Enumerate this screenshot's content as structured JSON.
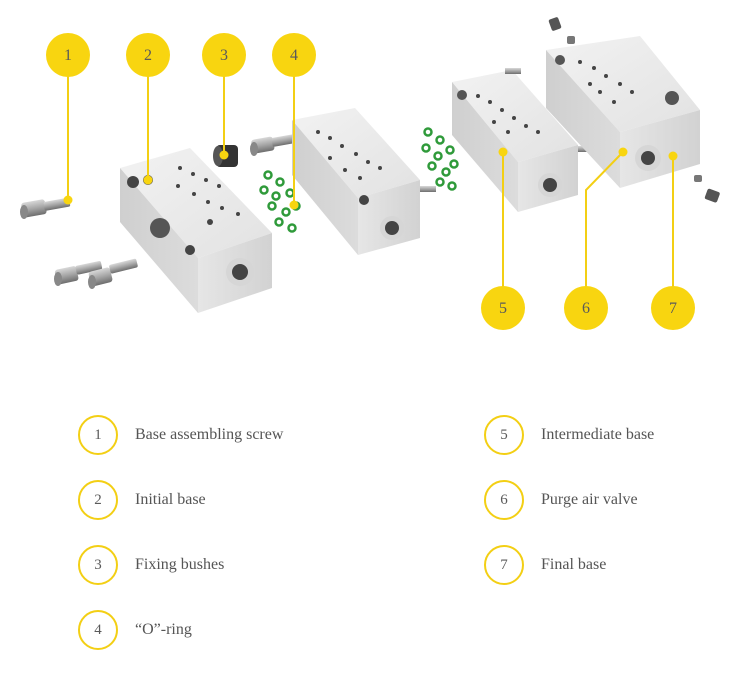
{
  "colors": {
    "accent": "#f8d510",
    "block": "#e4e4e4",
    "oring": "#2f9a3a",
    "screw": "#9a9a9a"
  },
  "callouts": [
    "1",
    "2",
    "3",
    "4",
    "5",
    "6",
    "7"
  ],
  "legend": [
    {
      "num": "1",
      "label": "Base assembling screw"
    },
    {
      "num": "2",
      "label": "Initial base"
    },
    {
      "num": "3",
      "label": "Fixing bushes"
    },
    {
      "num": "4",
      "label": "“O”-ring"
    },
    {
      "num": "5",
      "label": "Intermediate base"
    },
    {
      "num": "6",
      "label": "Purge air valve"
    },
    {
      "num": "7",
      "label": "Final base"
    }
  ]
}
